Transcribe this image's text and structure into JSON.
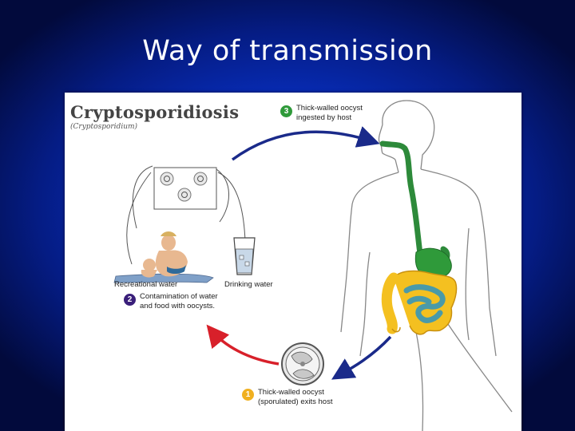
{
  "slide": {
    "title": "Way of transmission"
  },
  "figure": {
    "title": "Cryptosporidiosis",
    "subtitle": "(Cryptosporidium)",
    "steps": [
      {
        "number": "1",
        "line1": "Thick-walled oocyst",
        "line2": "(sporulated) exits host",
        "color": "#f0b020"
      },
      {
        "number": "2",
        "line1": "Contamination of water",
        "line2": "and food with oocysts.",
        "color": "#3a1f7a"
      },
      {
        "number": "3",
        "line1": "Thick-walled oocyst",
        "line2": "ingested by host",
        "color": "#2f9a3a"
      }
    ],
    "labels": {
      "recreational": "Recreational water",
      "drinking": "Drinking water"
    }
  }
}
